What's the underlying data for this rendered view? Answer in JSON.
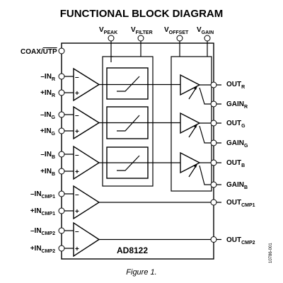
{
  "title": "FUNCTIONAL BLOCK DIAGRAM",
  "chip_name": "AD8122",
  "caption": "Figure 1.",
  "part_code": "10786-001",
  "top_pins": [
    {
      "main": "V",
      "sub": "PEAK"
    },
    {
      "main": "V",
      "sub": "FILTER"
    },
    {
      "main": "V",
      "sub": "OFFSET"
    },
    {
      "main": "V",
      "sub": "GAIN"
    }
  ],
  "left_pins": [
    {
      "main": "COAX/",
      "over": "UTP",
      "sub": ""
    },
    {
      "main": "–IN",
      "sub": "R"
    },
    {
      "main": "+IN",
      "sub": "R"
    },
    {
      "main": "–IN",
      "sub": "G"
    },
    {
      "main": "+IN",
      "sub": "G"
    },
    {
      "main": "–IN",
      "sub": "B"
    },
    {
      "main": "+IN",
      "sub": "B"
    },
    {
      "main": "–IN",
      "sub": "CMP1"
    },
    {
      "main": "+IN",
      "sub": "CMP1"
    },
    {
      "main": "–IN",
      "sub": "CMP2"
    },
    {
      "main": "+IN",
      "sub": "CMP2"
    }
  ],
  "right_pins": [
    {
      "main": "OUT",
      "sub": "R"
    },
    {
      "main": "GAIN",
      "sub": "R"
    },
    {
      "main": "OUT",
      "sub": "G"
    },
    {
      "main": "GAIN",
      "sub": "G"
    },
    {
      "main": "OUT",
      "sub": "B"
    },
    {
      "main": "GAIN",
      "sub": "B"
    },
    {
      "main": "OUT",
      "sub": "CMP1"
    },
    {
      "main": "OUT",
      "sub": "CMP2"
    }
  ],
  "amp_polarity": {
    "minus": "–",
    "plus": "+"
  }
}
